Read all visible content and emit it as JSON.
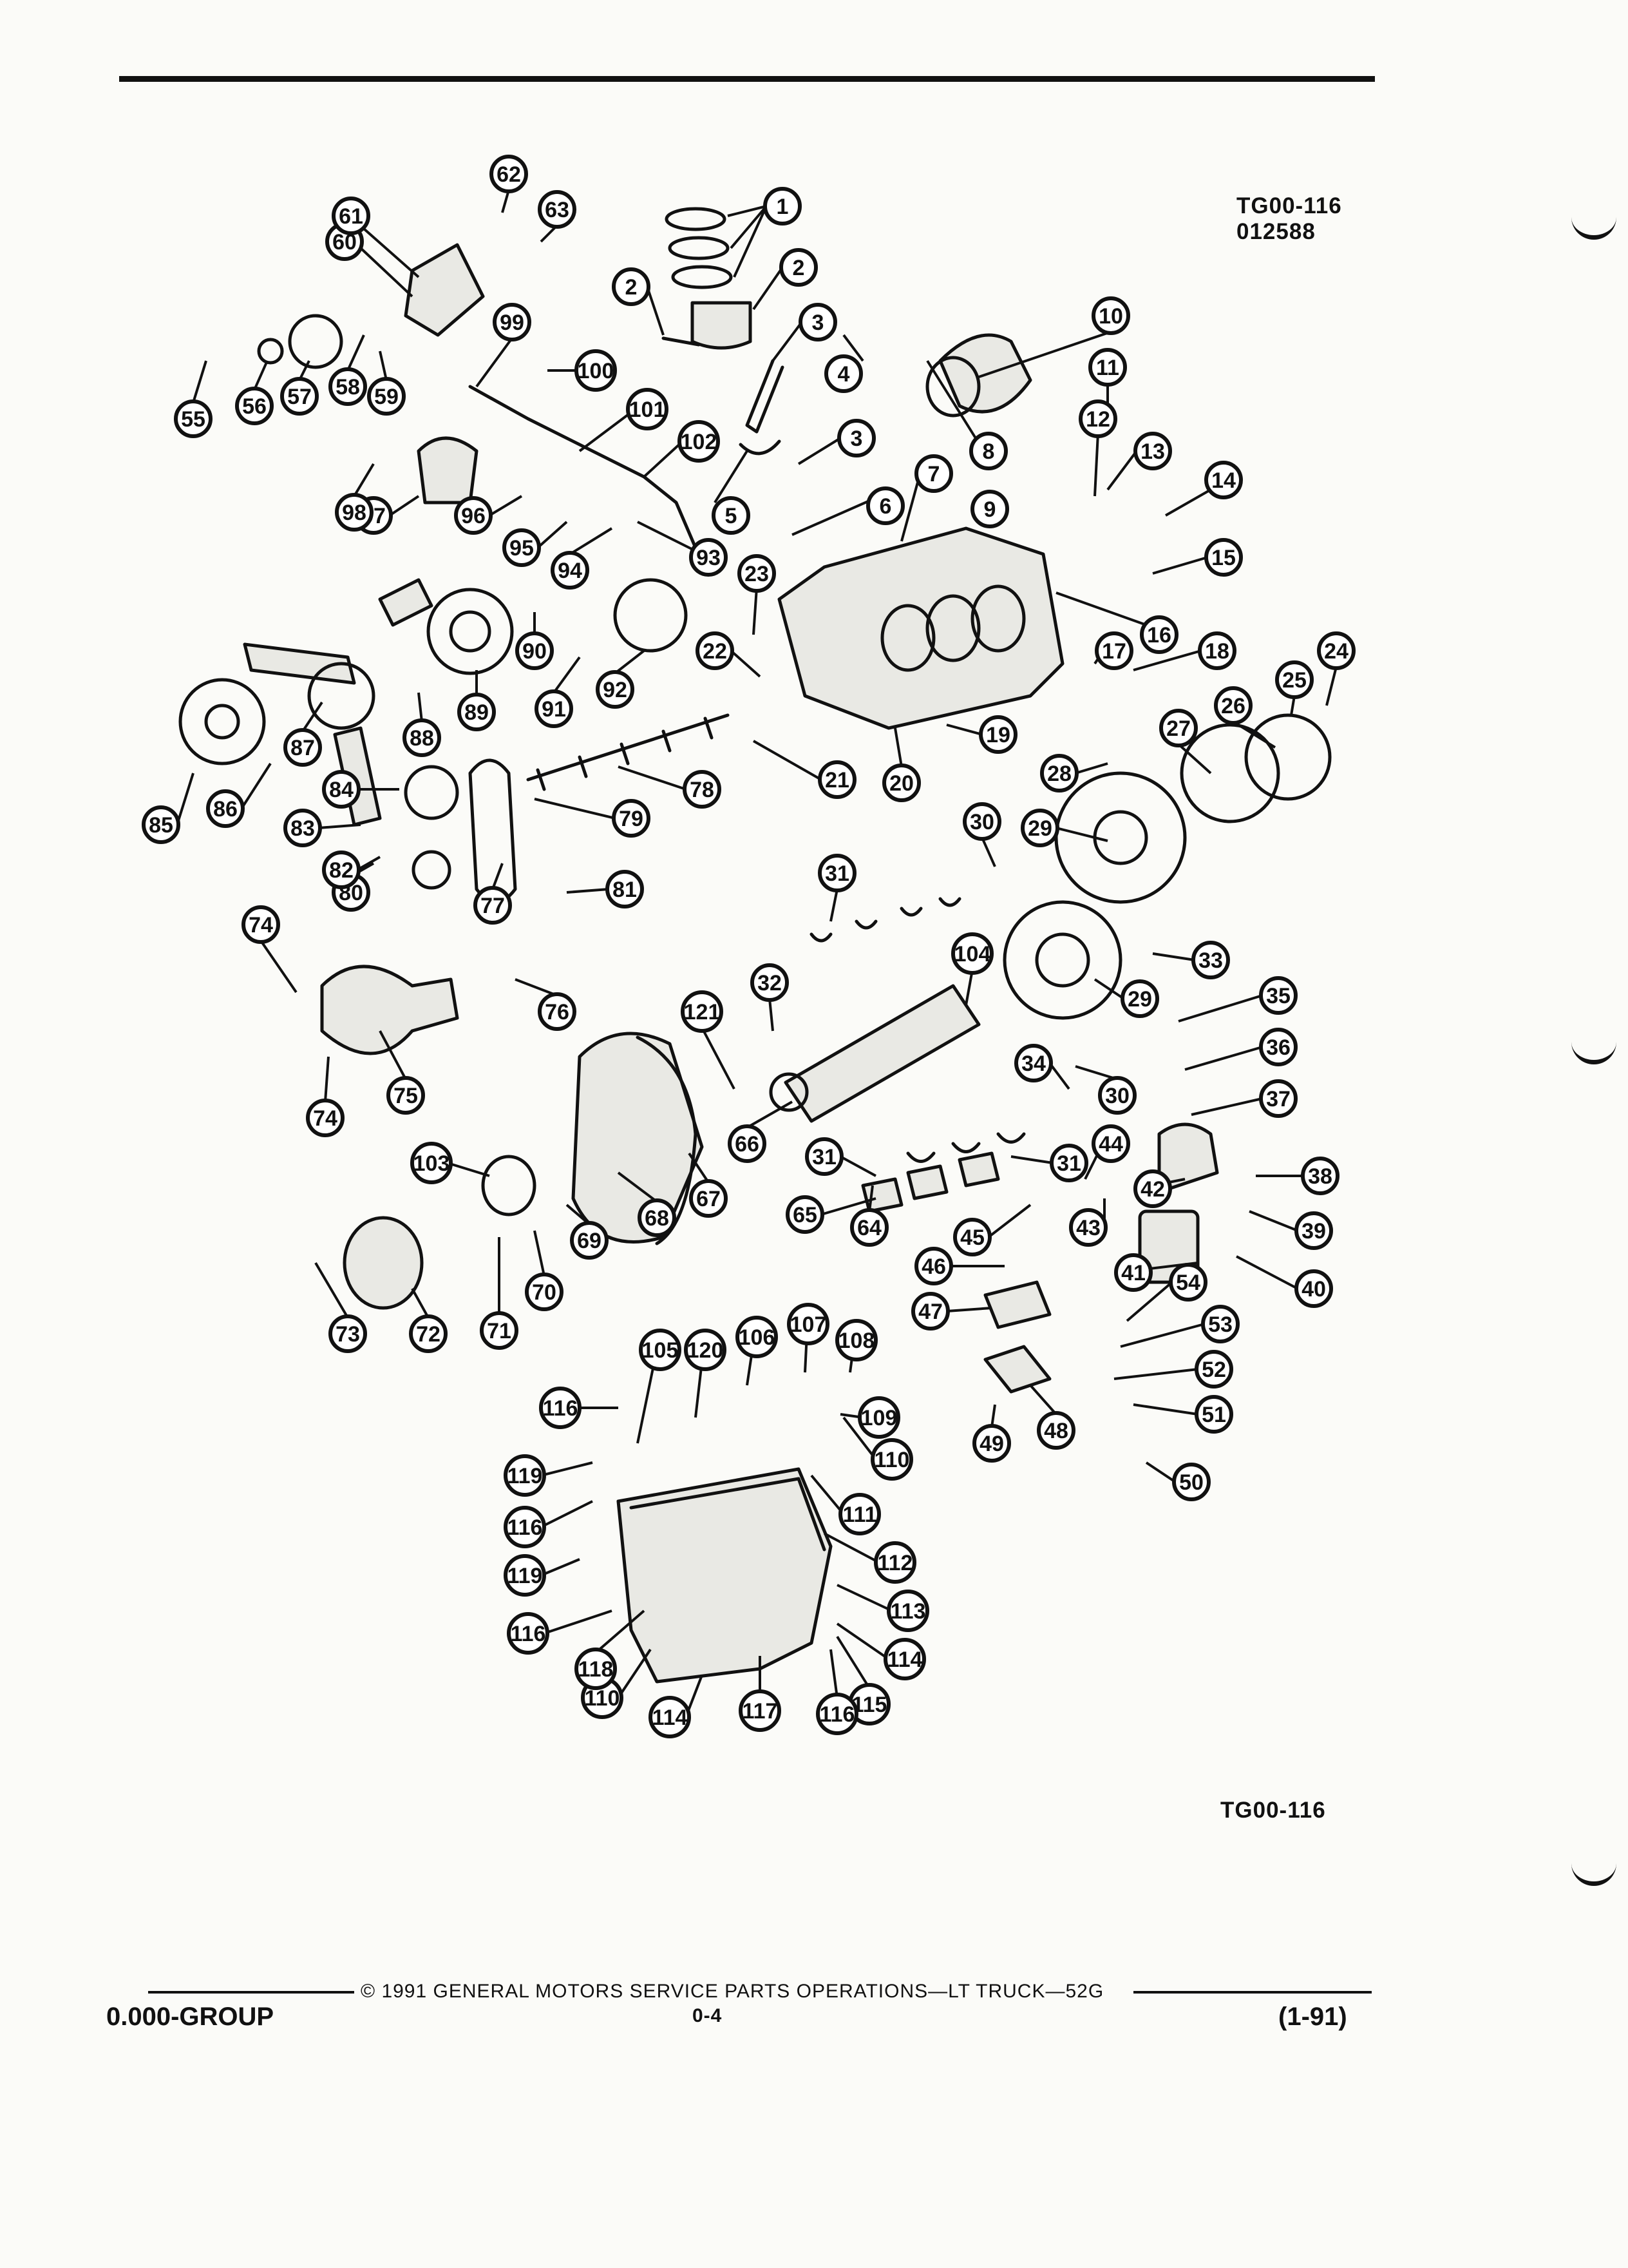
{
  "figure": {
    "id_top": "TG00-116",
    "date_code": "012588",
    "id_bottom": "TG00-116"
  },
  "callouts": [
    "1",
    "2",
    "2",
    "3",
    "3",
    "4",
    "5",
    "6",
    "7",
    "8",
    "9",
    "10",
    "11",
    "12",
    "13",
    "14",
    "15",
    "16",
    "17",
    "18",
    "19",
    "20",
    "21",
    "22",
    "23",
    "24",
    "25",
    "26",
    "27",
    "28",
    "29",
    "29",
    "30",
    "30",
    "31",
    "31",
    "31",
    "32",
    "33",
    "34",
    "35",
    "36",
    "37",
    "38",
    "39",
    "40",
    "41",
    "42",
    "43",
    "44",
    "45",
    "46",
    "47",
    "48",
    "49",
    "50",
    "51",
    "52",
    "53",
    "54",
    "55",
    "56",
    "57",
    "58",
    "59",
    "60",
    "61",
    "62",
    "63",
    "64",
    "65",
    "66",
    "67",
    "68",
    "69",
    "70",
    "71",
    "72",
    "73",
    "74",
    "74",
    "75",
    "76",
    "77",
    "78",
    "79",
    "80",
    "81",
    "82",
    "83",
    "84",
    "85",
    "86",
    "87",
    "88",
    "89",
    "90",
    "91",
    "92",
    "93",
    "94",
    "95",
    "96",
    "97",
    "98",
    "99",
    "100",
    "101",
    "102",
    "103",
    "104",
    "105",
    "106",
    "107",
    "108",
    "109",
    "110",
    "110",
    "111",
    "112",
    "113",
    "114",
    "114",
    "115",
    "116",
    "116",
    "116",
    "116",
    "117",
    "118",
    "119",
    "119",
    "120",
    "121"
  ],
  "footer": {
    "copyright": "© 1991 GENERAL MOTORS SERVICE PARTS OPERATIONS—LT TRUCK—52G",
    "group": "0.000-GROUP",
    "page": "0-4",
    "revision": "(1-91)"
  }
}
